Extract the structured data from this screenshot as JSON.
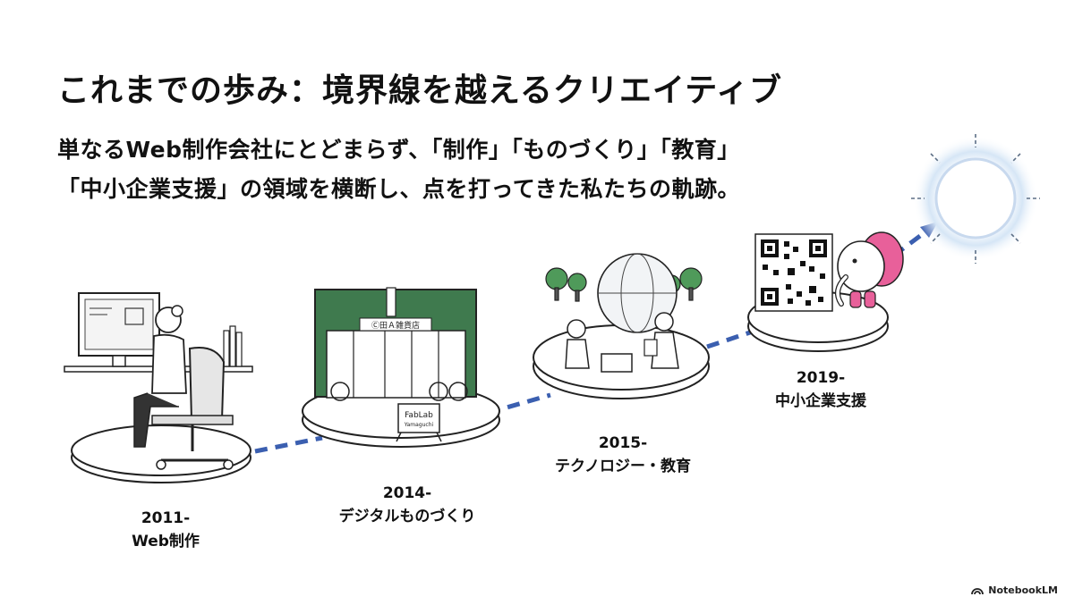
{
  "title": "これまでの歩み：境界線を越えるクリエイティブ",
  "subtitle_line1": "単なるWeb制作会社にとどまらず、「制作」「ものづくり」「教育」",
  "subtitle_line2": "「中小企業支援」の領域を横断し、点を打ってきた私たちの軌跡。",
  "milestones": [
    {
      "year": "2011-",
      "label": "Web制作"
    },
    {
      "year": "2014-",
      "label": "デジタルものづくり"
    },
    {
      "year": "2015-",
      "label": "テクノロジー・教育"
    },
    {
      "year": "2019-",
      "label": "中小企業支援"
    }
  ],
  "illustration_text": {
    "sign": "FabLab",
    "sign_sub": "Yamaguchi",
    "storefront": "Ⓒ田Ａ雑貨店"
  },
  "brand": "NotebookLM",
  "colors": {
    "path_dash": "#3b5fb0",
    "building_green": "#3f7a4e",
    "tree_green": "#4f9a5a",
    "mascot_pink": "#e8609a",
    "sun_glow": "#cfe0f4"
  }
}
